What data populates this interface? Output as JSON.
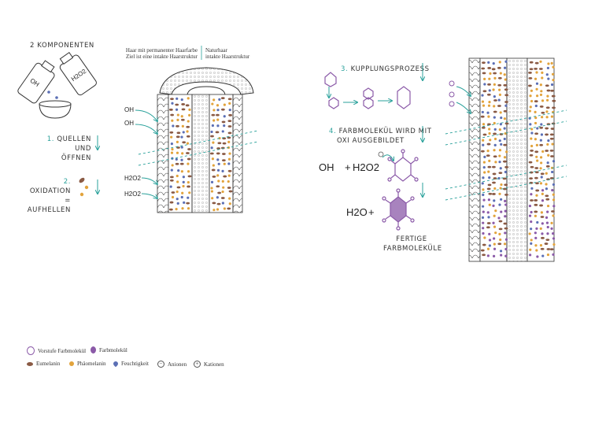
{
  "colors": {
    "teal": "#2aa19b",
    "purple": "#8b5aa8",
    "brown": "#8a5a44",
    "orange": "#e2a33c",
    "blue": "#5b6fb5",
    "line": "#333333"
  },
  "left": {
    "components_title": "2 KOMPONENTEN",
    "header_perm_line1": "Haar mit permanenter Haarfarbe",
    "header_perm_line2": "Ziel ist eine intakte Haarstruktur",
    "header_nat_line1": "Naturhaar",
    "header_nat_line2": "intakte Haarstruktur",
    "step1_num": "1.",
    "step1_line1": "QUELLEN UND",
    "step1_line2": "ÖFFNEN",
    "step2_num": "2.",
    "step2_line1": "OXIDATION",
    "step2_line2": "= AUFHELLEN",
    "oh_label": "OH",
    "h2o2_label": "H2O2",
    "bottle_oh": "OH",
    "bottle_h2o2": "H2O2"
  },
  "right": {
    "step3_num": "3.",
    "step3_label": "KUPPLUNGSPROZESS",
    "step4_num": "4.",
    "step4_line1": "FARBMOLEKÜL WIRD MIT",
    "step4_line2": "OXI AUSGEBILDET",
    "eq_oh": "OH",
    "eq_plus": "+",
    "eq_h2o2": "H2O2",
    "water": "H2O",
    "water_plus": "+",
    "final_line1": "FERTIGE",
    "final_line2": "FARBMOLEKÜLE"
  },
  "legend": {
    "vorstufe": "Vorstufe Farbmolekül",
    "farbmolekuel": "Farbmolekül",
    "eumelanin": "Eumelanin",
    "phaeomelanin": "Phäomelanin",
    "feuchtigkeit": "Feuchtigkeit",
    "anionen": "Anionen",
    "kationen": "Kationen"
  }
}
